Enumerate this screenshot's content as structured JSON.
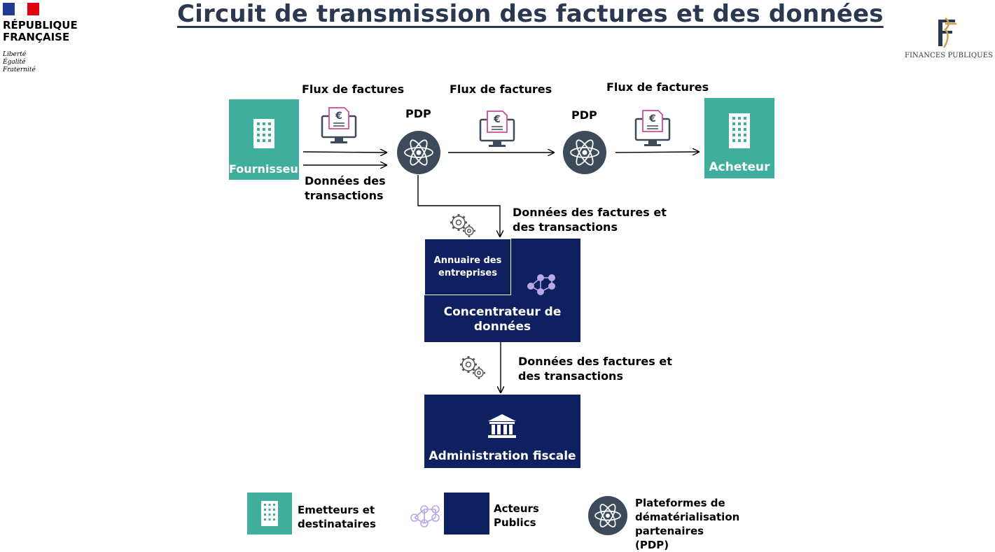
{
  "title": "Circuit de transmission des factures et des données",
  "header": {
    "republic_line1": "RÉPUBLIQUE",
    "republic_line2": "FRANÇAISE",
    "motto1": "Liberté",
    "motto2": "Égalité",
    "motto3": "Fraternité",
    "finances_label": "FINANCES PUBLIQUES"
  },
  "colors": {
    "green": "#40ae9c",
    "navy": "#0e2060",
    "pdp_circle": "#3c4a5a",
    "invoice_accent": "#d04a9a",
    "network_icon": "#b9a8e6"
  },
  "nodes": {
    "fournisseur": "Fournisseur",
    "acheteur": "Acheteur",
    "pdp1": "PDP",
    "pdp2": "PDP",
    "annuaire": "Annuaire des entreprises",
    "concentrateur": "Concentrateur de données",
    "administration": "Administration fiscale"
  },
  "edges": {
    "flux1": "Flux de factures",
    "flux2": "Flux de factures",
    "flux3": "Flux de factures",
    "donnees_transactions": "Données des transactions",
    "donnees_factures1": "Données des factures et des transactions",
    "donnees_factures2": "Données des factures et des transactions"
  },
  "legend": {
    "emetteurs": "Emetteurs et destinataires",
    "acteurs": "Acteurs Publics",
    "plateformes": "Plateformes de dématérialisation partenaires (PDP)"
  }
}
